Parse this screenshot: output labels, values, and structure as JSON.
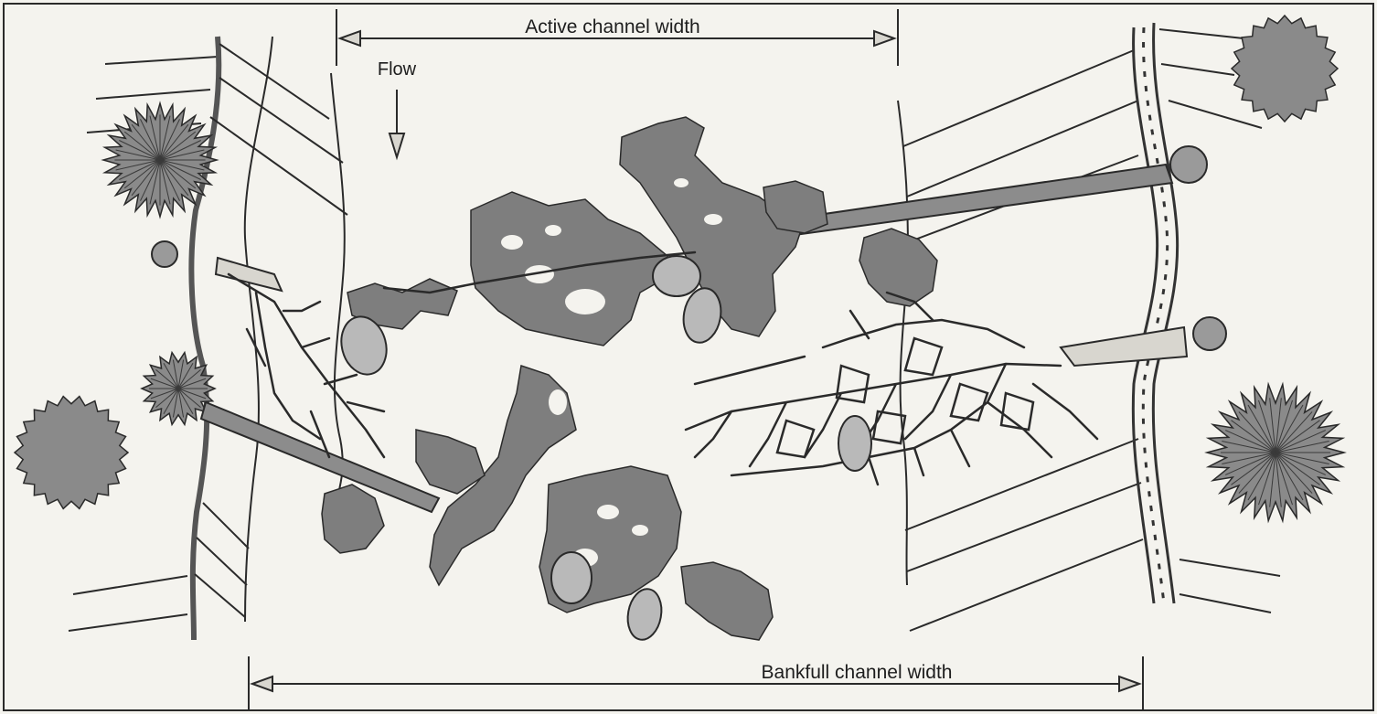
{
  "figure": {
    "labels": {
      "active_channel_width": "Active channel width",
      "flow": "Flow",
      "bankfull_channel_width": "Bankfull channel width"
    },
    "colors": {
      "paper": "#f4f3ee",
      "ink": "#2a2a2a",
      "debris_fill": "#7e7e7e",
      "tree_fill": "#8a8a8a",
      "boulder_fill": "#b9b9b9",
      "bank_fill": "#a0a0a0"
    },
    "icons": [
      "flow-arrow-icon",
      "shrub-icon",
      "small-shrub-icon",
      "log-jam",
      "boulder",
      "rootwad",
      "dimension-arrow"
    ]
  }
}
